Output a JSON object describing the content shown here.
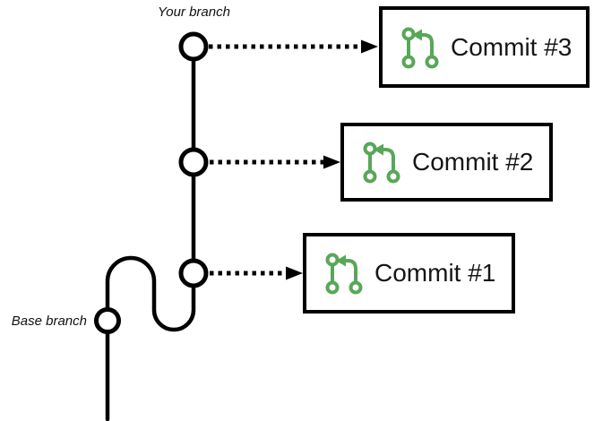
{
  "diagram": {
    "title": "git-branch-commits-diagram",
    "labels": {
      "your_branch": "Your branch",
      "base_branch": "Base branch"
    },
    "commits": [
      {
        "label": "Commit #3",
        "icon": "code-pull-request-icon"
      },
      {
        "label": "Commit #2",
        "icon": "code-pull-request-icon"
      },
      {
        "label": "Commit #1",
        "icon": "code-pull-request-icon"
      }
    ],
    "colors": {
      "accent_green": "#58a758",
      "line_black": "#000000",
      "background": "#ffffff"
    }
  }
}
